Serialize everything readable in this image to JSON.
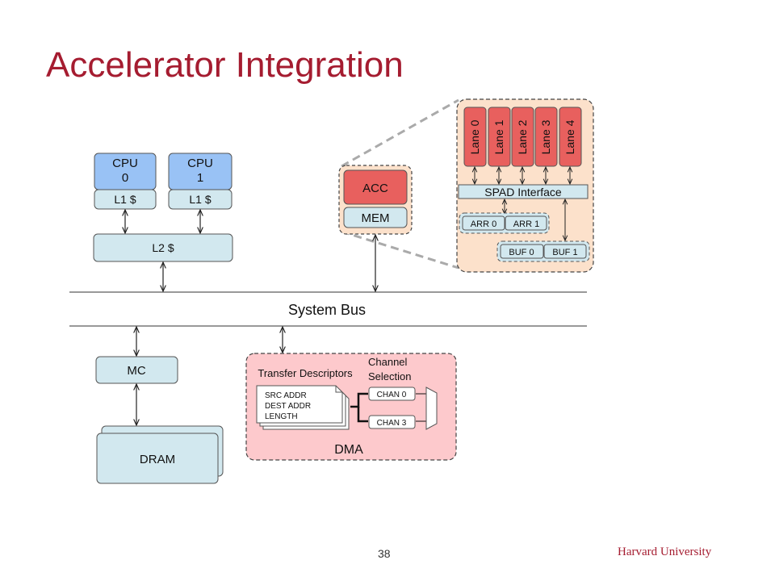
{
  "slide": {
    "title": "Accelerator Integration",
    "page_number": "38",
    "footer": "Harvard University"
  },
  "diagram": {
    "cpu0": [
      "CPU",
      "0"
    ],
    "cpu1": [
      "CPU",
      "1"
    ],
    "l1_cache": "L1 $",
    "l2_cache": "L2 $",
    "acc": "ACC",
    "mem": "MEM",
    "system_bus": "System Bus",
    "mc": "MC",
    "dram": "DRAM",
    "lanes": [
      "Lane 0",
      "Lane 1",
      "Lane 2",
      "Lane 3",
      "Lane 4"
    ],
    "spad_interface": "SPAD Interface",
    "arr": [
      "ARR 0",
      "ARR 1"
    ],
    "buf": [
      "BUF 0",
      "BUF 1"
    ],
    "dma": {
      "label": "DMA",
      "transfer_descriptors": "Transfer Descriptors",
      "channel_selection": [
        "Channel",
        "Selection"
      ],
      "descriptor_fields": [
        "SRC ADDR",
        "DEST ADDR",
        "LENGTH"
      ],
      "channels": [
        "CHAN 0",
        "CHAN 3"
      ]
    }
  },
  "colors": {
    "title": "#a51c30",
    "cpu_fill": "#99c2f5",
    "cache_fill": "#d2e8ef",
    "lane_fill": "#e8605e",
    "acc_zoom_fill": "#fce1cb",
    "dma_fill": "#fdc9cc"
  }
}
